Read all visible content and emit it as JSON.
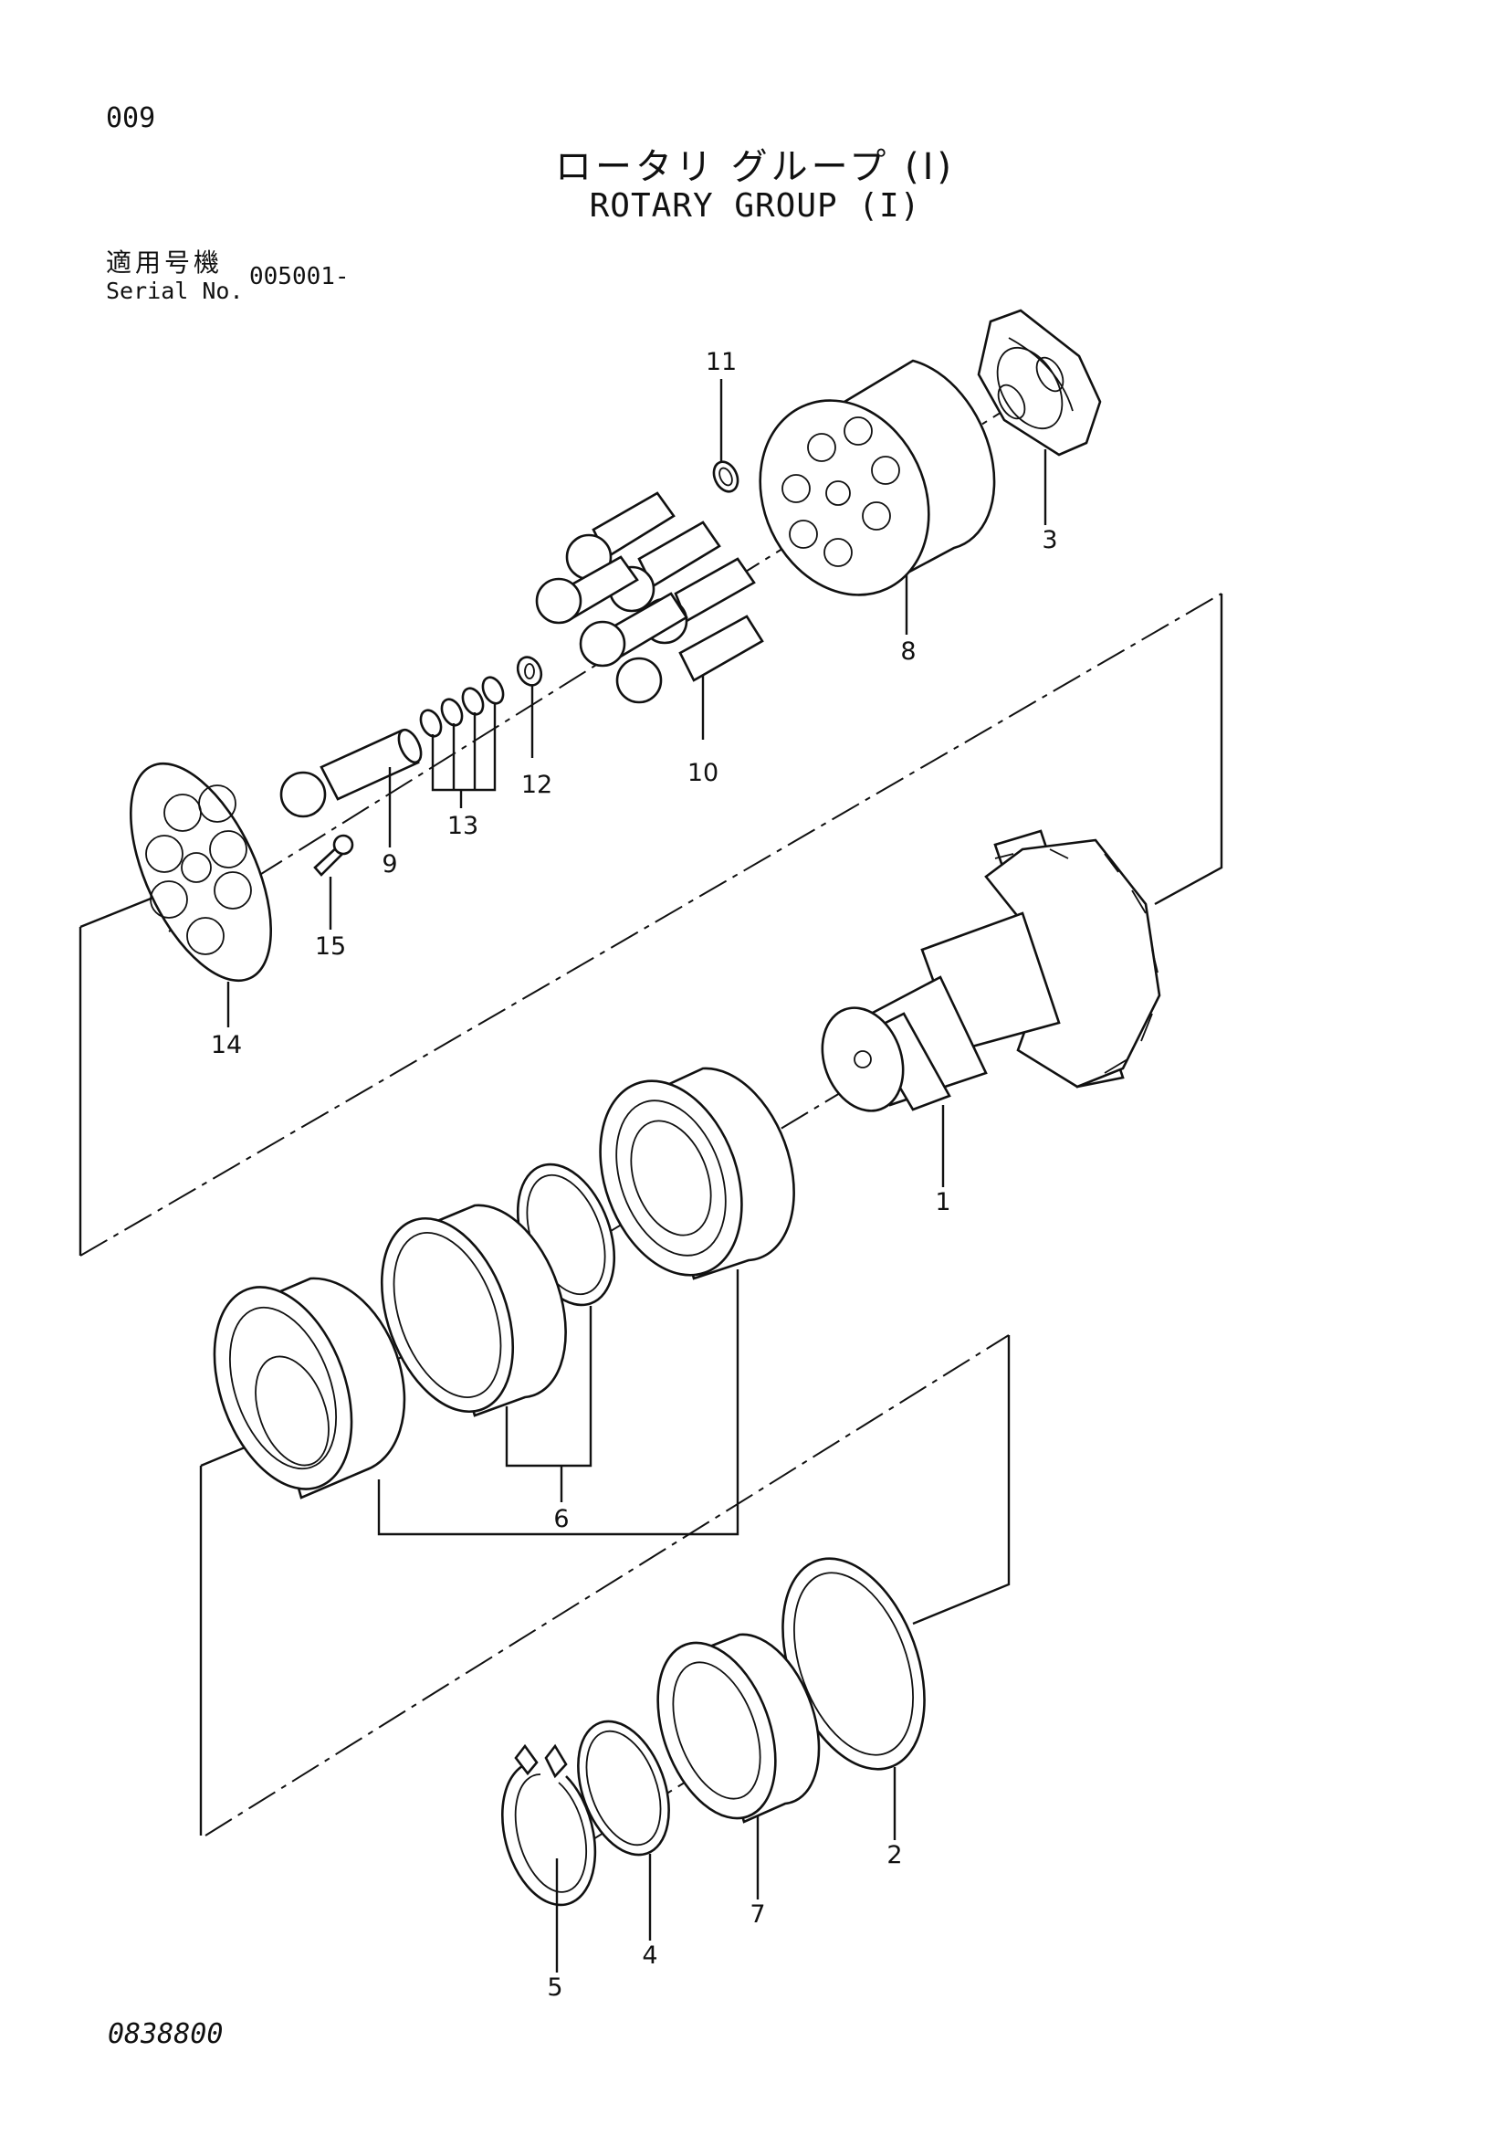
{
  "page_number": "009",
  "title_jp": "ロータリ グループ (I)",
  "title_en": "ROTARY GROUP (I)",
  "serial_label_jp": "適用号機",
  "serial_label_en": "Serial No.",
  "serial_value": "005001-",
  "document_number": "0838800",
  "callouts": [
    "1",
    "2",
    "3",
    "4",
    "5",
    "6",
    "7",
    "8",
    "9",
    "10",
    "11",
    "12",
    "13",
    "14",
    "15"
  ]
}
